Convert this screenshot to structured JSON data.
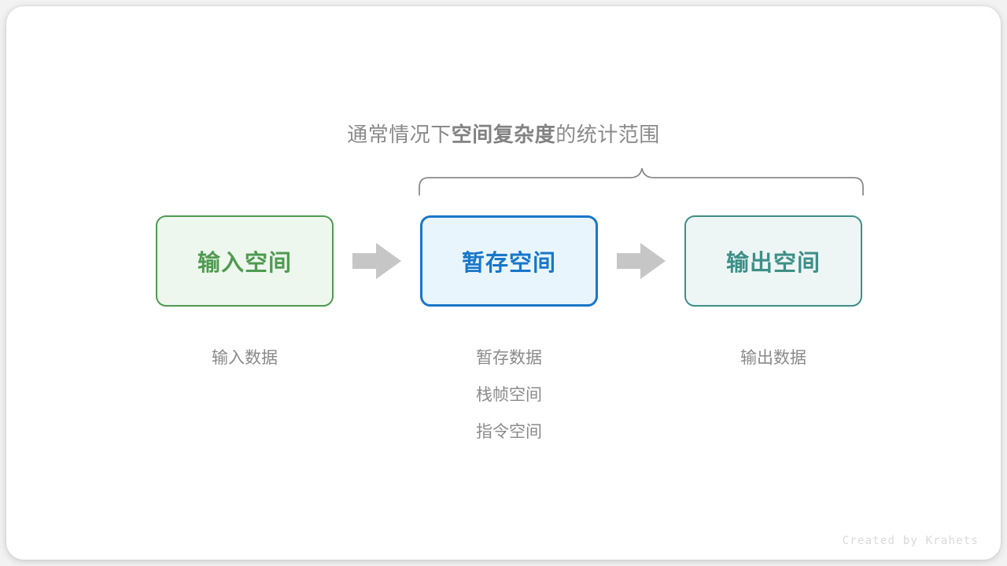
{
  "heading": {
    "prefix": "通常情况下",
    "emphasis": "空间复杂度",
    "suffix": "的统计范围"
  },
  "boxes": [
    {
      "id": "input",
      "label": "输入空间",
      "color": "#4f9b50",
      "fill": "#eef7ee",
      "captions": [
        "输入数据"
      ]
    },
    {
      "id": "temp",
      "label": "暂存空间",
      "color": "#1877c9",
      "fill": "#e9f5fd",
      "captions": [
        "暂存数据",
        "栈帧空间",
        "指令空间"
      ]
    },
    {
      "id": "output",
      "label": "输出空间",
      "color": "#3d8f87",
      "fill": "#eef6f5",
      "captions": [
        "输出数据"
      ]
    }
  ],
  "arrows": [
    {
      "id": "arrow-1",
      "name": "arrow-input-to-temp",
      "color": "#c6c6c6"
    },
    {
      "id": "arrow-2",
      "name": "arrow-temp-to-output",
      "color": "#c6c6c6"
    }
  ],
  "brace": {
    "color": "#8a8a8a",
    "covers": [
      "暂存空间",
      "输出空间"
    ]
  },
  "credit": "Created by Krahets",
  "colors": {
    "background": "#f2f2f2",
    "card": "#ffffff",
    "muted_text": "#8a8a8a",
    "credit_text": "#d9d9d9"
  }
}
